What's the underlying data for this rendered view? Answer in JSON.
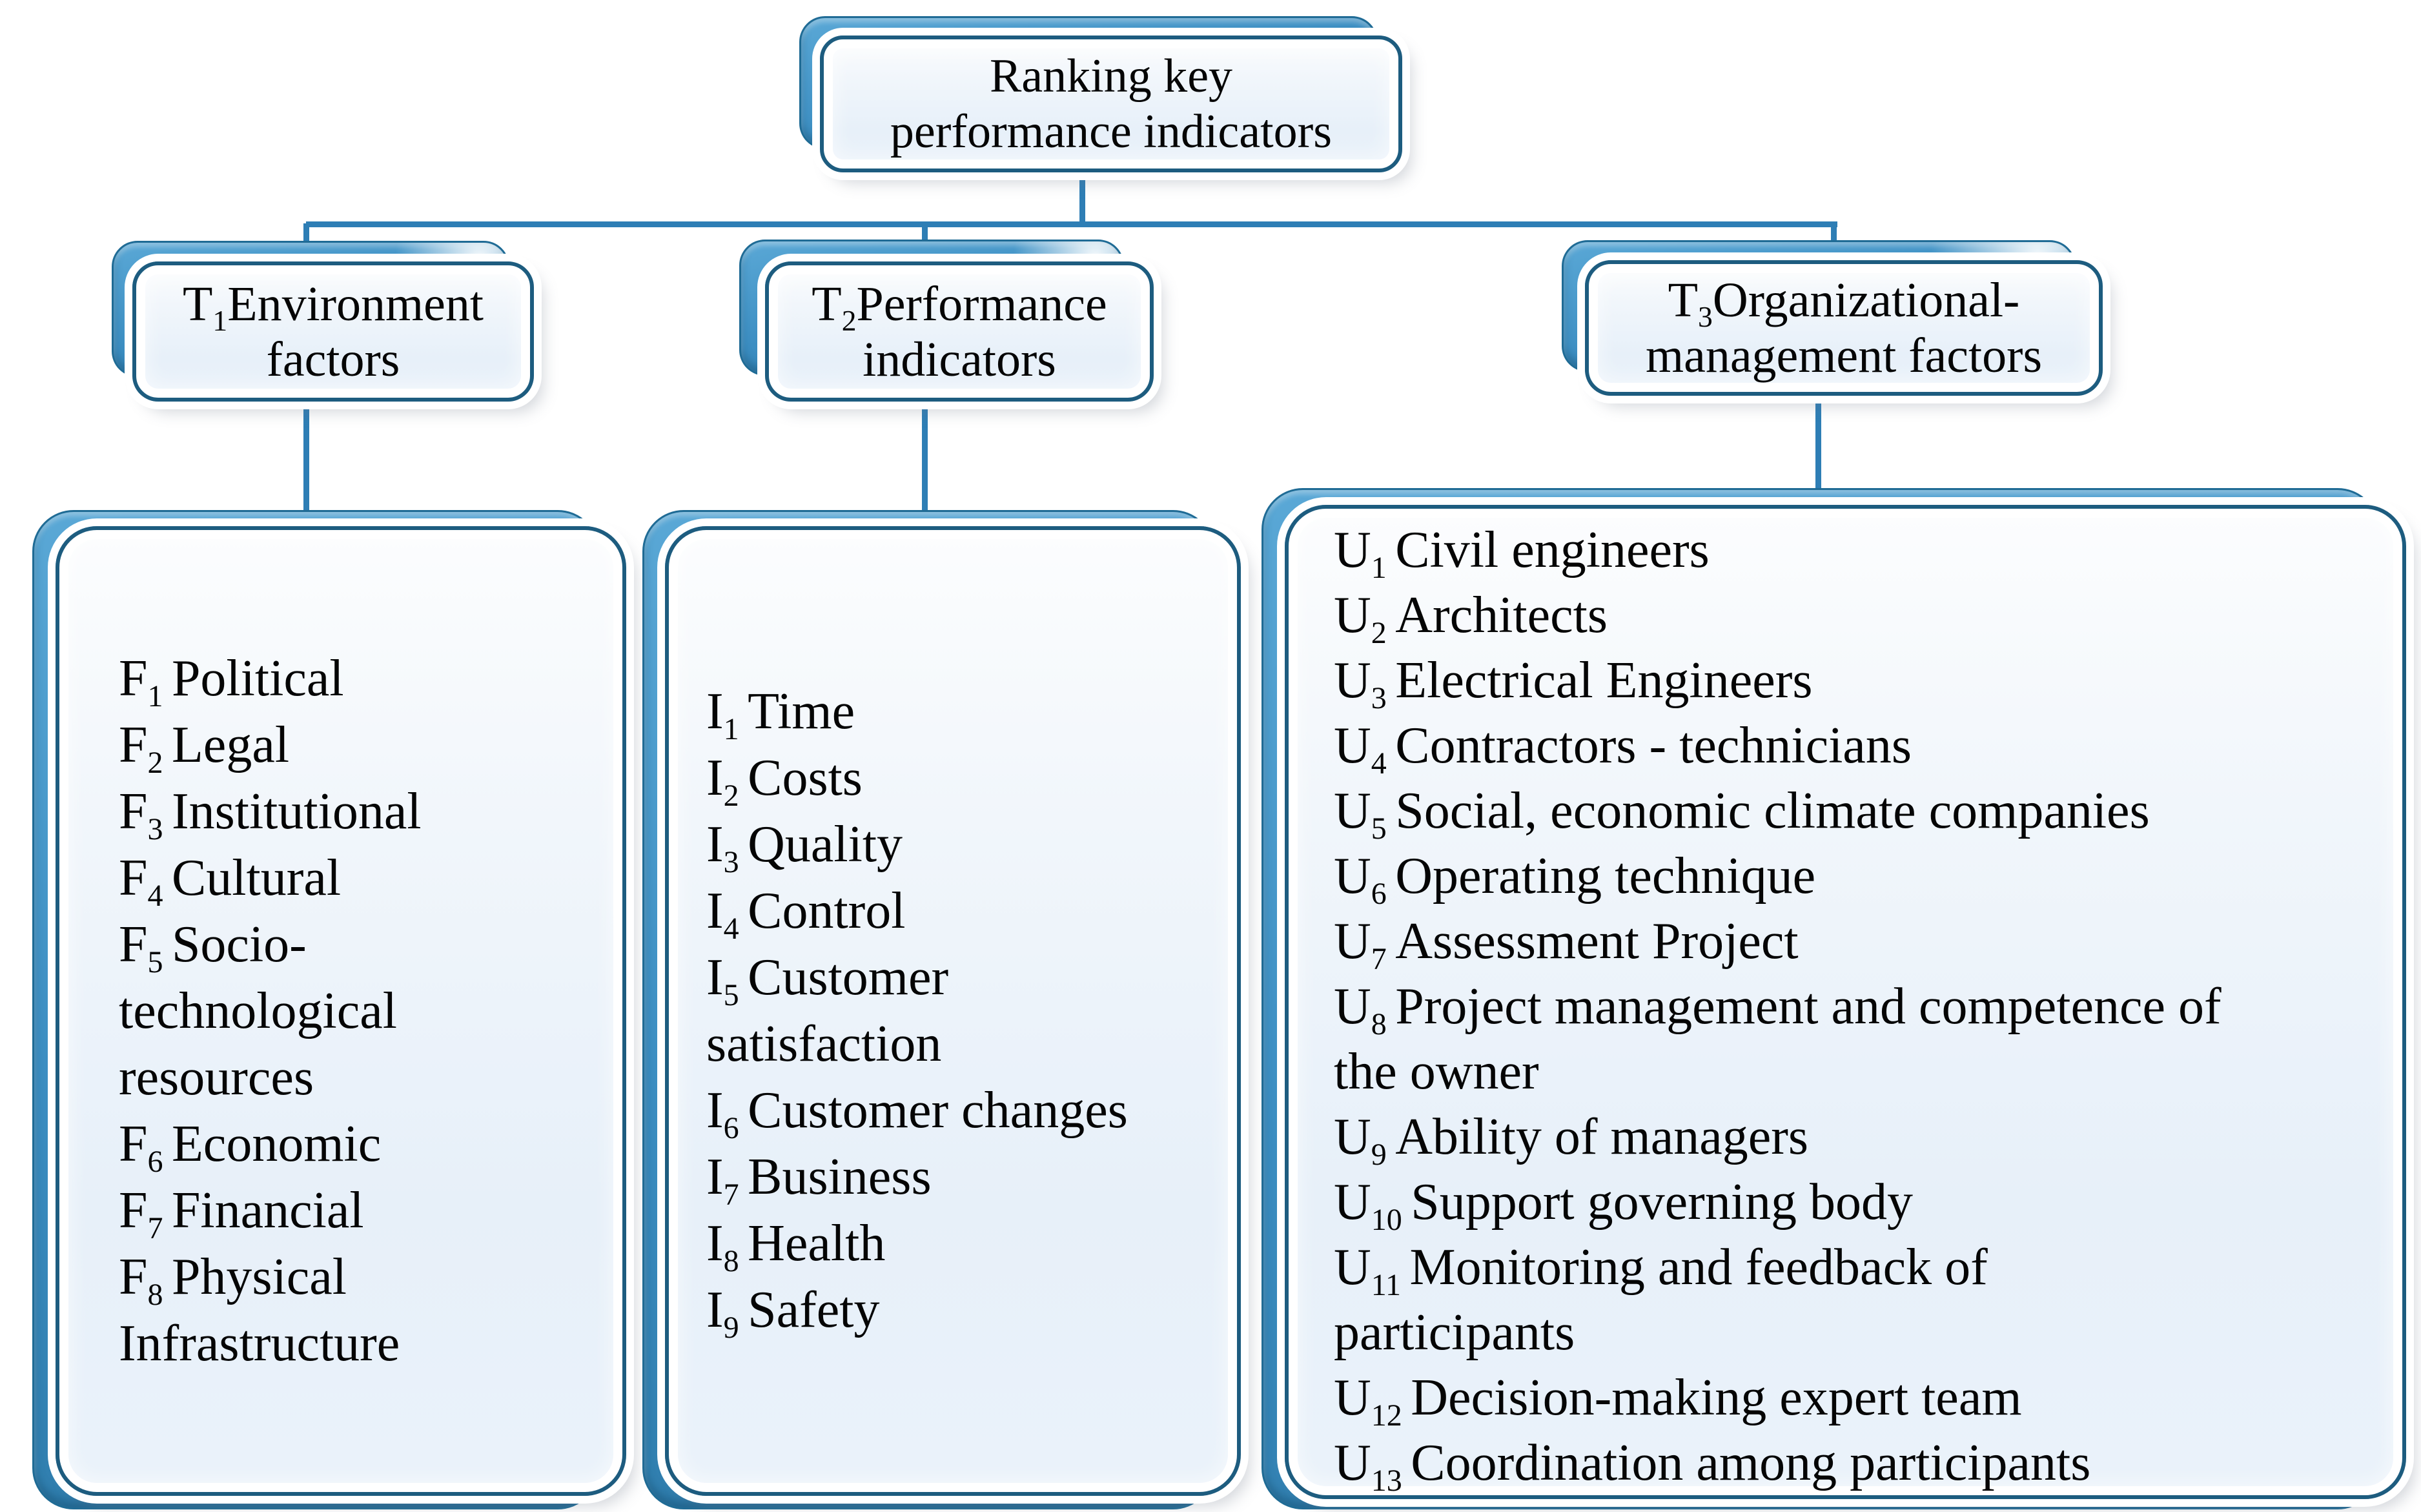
{
  "figure": {
    "root": {
      "title_lines": [
        "Ranking key",
        "performance indicators"
      ]
    },
    "branches": [
      {
        "key": "T",
        "sub": "1",
        "title_lines": [
          "Environment",
          "factors"
        ],
        "items": [
          {
            "key": "F",
            "sub": "1",
            "lines": [
              "Political"
            ]
          },
          {
            "key": "F",
            "sub": "2",
            "lines": [
              "Legal"
            ]
          },
          {
            "key": "F",
            "sub": "3",
            "lines": [
              "Institutional"
            ]
          },
          {
            "key": "F",
            "sub": "4",
            "lines": [
              "Cultural"
            ]
          },
          {
            "key": "F",
            "sub": "5",
            "lines": [
              "Socio-",
              "technological",
              "resources"
            ]
          },
          {
            "key": "F",
            "sub": "6",
            "lines": [
              "Economic"
            ]
          },
          {
            "key": "F",
            "sub": "7",
            "lines": [
              "Financial"
            ]
          },
          {
            "key": "F",
            "sub": "8",
            "lines": [
              "Physical",
              "Infrastructure"
            ]
          }
        ]
      },
      {
        "key": "T",
        "sub": "2",
        "title_lines": [
          "Performance",
          "indicators"
        ],
        "items": [
          {
            "key": "I",
            "sub": "1",
            "lines": [
              "Time"
            ]
          },
          {
            "key": "I",
            "sub": "2",
            "lines": [
              "Costs"
            ]
          },
          {
            "key": "I",
            "sub": "3",
            "lines": [
              "Quality"
            ]
          },
          {
            "key": "I",
            "sub": "4",
            "lines": [
              "Control"
            ]
          },
          {
            "key": "I",
            "sub": "5",
            "lines": [
              "Customer",
              "satisfaction"
            ]
          },
          {
            "key": "I",
            "sub": "6",
            "lines": [
              "Customer changes"
            ]
          },
          {
            "key": "I",
            "sub": "7",
            "lines": [
              "Business"
            ]
          },
          {
            "key": "I",
            "sub": "8",
            "lines": [
              "Health"
            ]
          },
          {
            "key": "I",
            "sub": "9",
            "lines": [
              "Safety"
            ]
          }
        ]
      },
      {
        "key": "T",
        "sub": "3",
        "title_lines": [
          "Organizational-",
          "management factors"
        ],
        "items": [
          {
            "key": "U",
            "sub": "1",
            "lines": [
              "Civil engineers"
            ]
          },
          {
            "key": "U",
            "sub": "2",
            "lines": [
              "Architects"
            ]
          },
          {
            "key": "U",
            "sub": "3",
            "lines": [
              "Electrical Engineers"
            ]
          },
          {
            "key": "U",
            "sub": "4",
            "lines": [
              "Contractors - technicians"
            ]
          },
          {
            "key": "U",
            "sub": "5",
            "lines": [
              "Social, economic climate companies"
            ]
          },
          {
            "key": "U",
            "sub": "6",
            "lines": [
              "Operating technique"
            ]
          },
          {
            "key": "U",
            "sub": "7",
            "lines": [
              "Assessment Project"
            ]
          },
          {
            "key": "U",
            "sub": "8",
            "lines": [
              "Project management and competence of",
              "the owner"
            ]
          },
          {
            "key": "U",
            "sub": "9",
            "lines": [
              "Ability of managers"
            ]
          },
          {
            "key": "U",
            "sub": "10",
            "lines": [
              "Support governing body"
            ]
          },
          {
            "key": "U",
            "sub": "11",
            "lines": [
              "Monitoring and feedback of",
              "participants"
            ]
          },
          {
            "key": "U",
            "sub": "12",
            "lines": [
              "Decision-making expert team"
            ]
          },
          {
            "key": "U",
            "sub": "13",
            "lines": [
              "Coordination among participants"
            ]
          }
        ]
      }
    ],
    "colors": {
      "accent_blue": "#3E92C7",
      "connector_blue": "#2E7EB5",
      "box_border": "#1D5C7F",
      "fill_light_blue": "#EAF2FA",
      "text": "#050505",
      "background": "#FFFFFF"
    }
  }
}
